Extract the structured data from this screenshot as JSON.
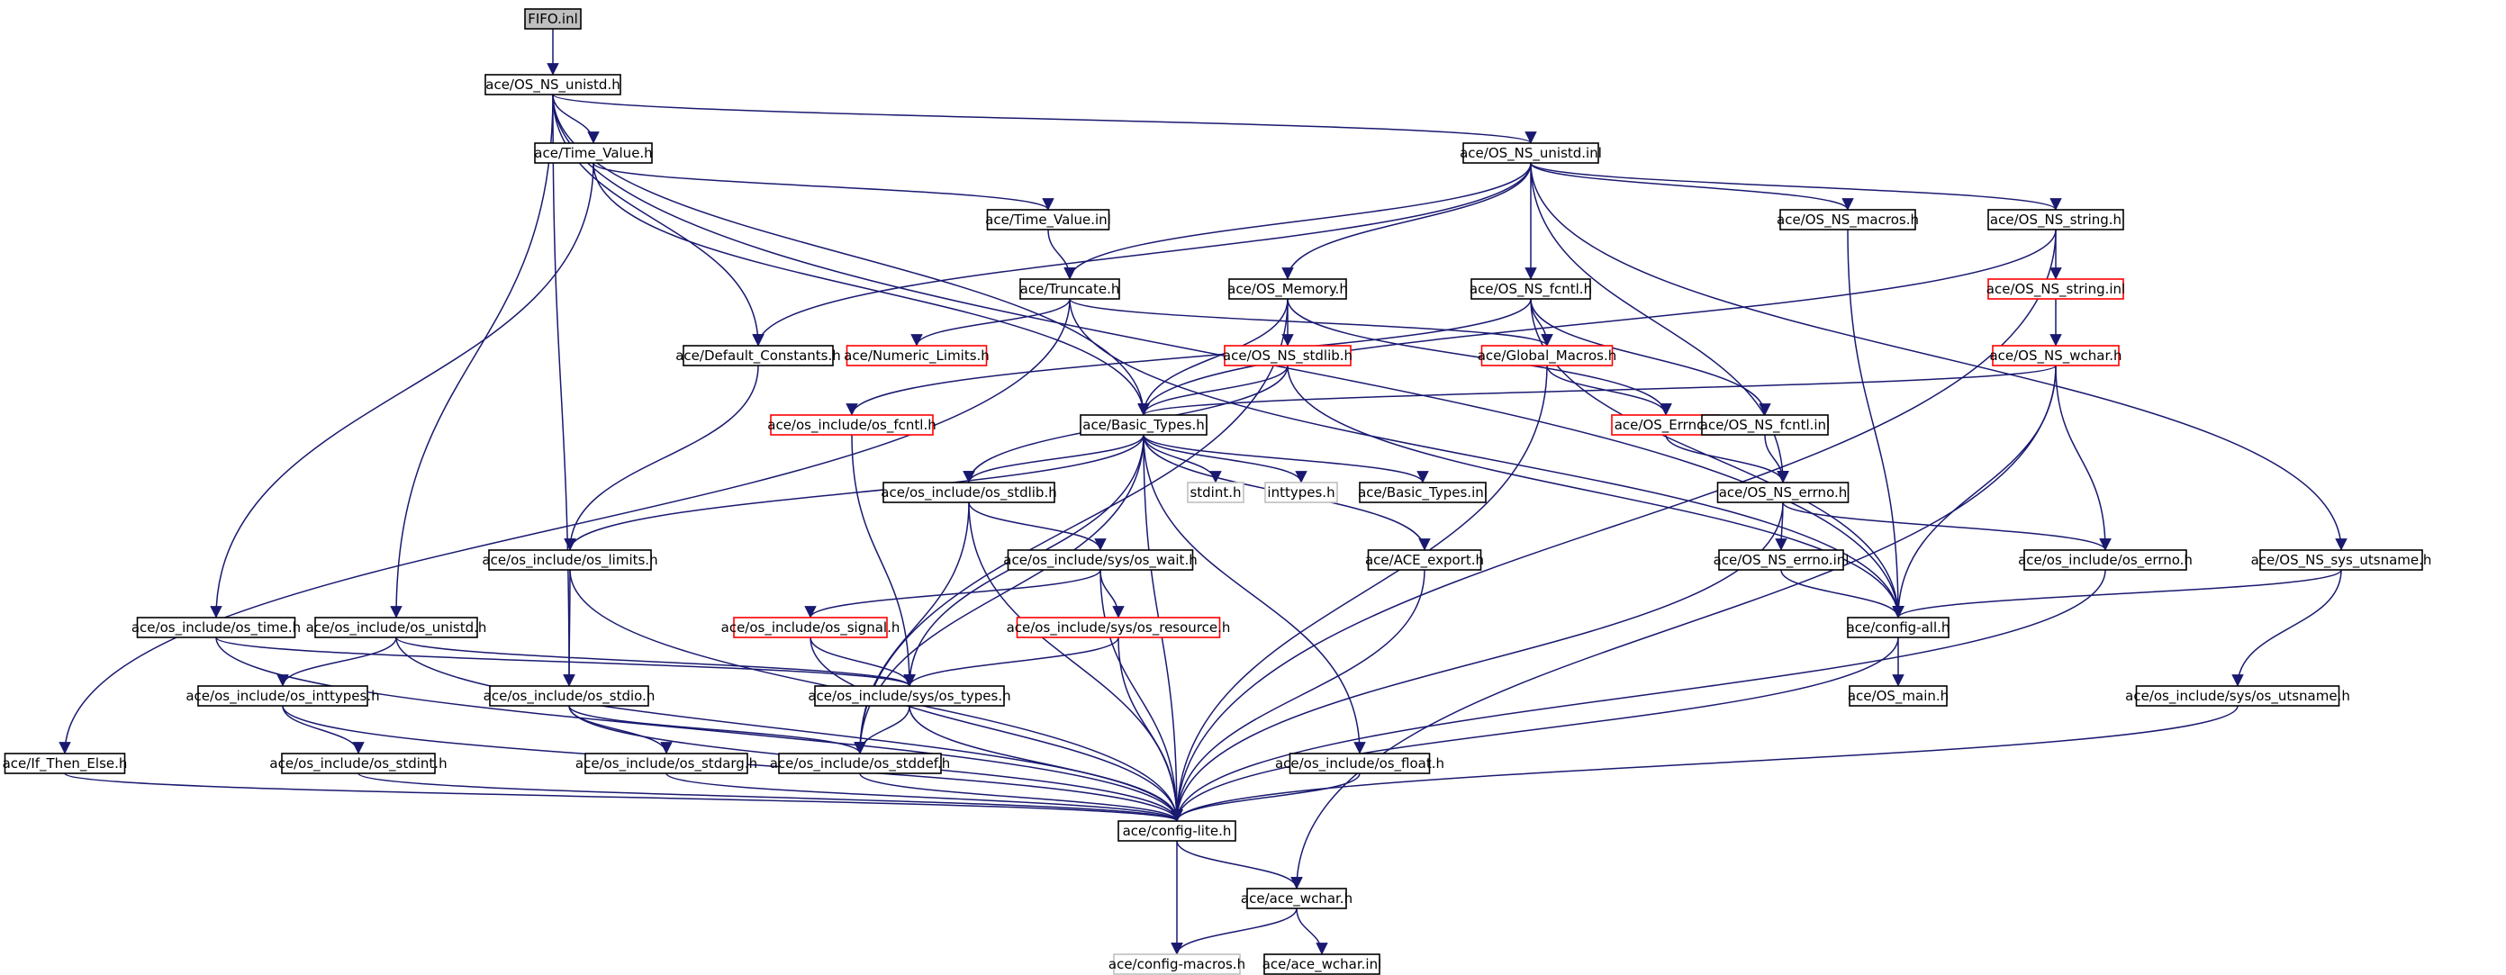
{
  "graph": {
    "colors": {
      "edge": "#191970",
      "node_border": "#000000",
      "node_border_incomplete": "#ff0000",
      "node_border_system": "#bfbfbf",
      "node_fill": "#ffffff",
      "root_fill": "#bfbfbf"
    },
    "nodes": [
      {
        "id": "fifo",
        "label": "FIFO.inl",
        "kind": "root"
      },
      {
        "id": "os_ns_unistd_h",
        "label": "ace/OS_NS_unistd.h",
        "kind": "normal"
      },
      {
        "id": "time_value_h",
        "label": "ace/Time_Value.h",
        "kind": "normal"
      },
      {
        "id": "os_ns_unistd_inl",
        "label": "ace/OS_NS_unistd.inl",
        "kind": "normal"
      },
      {
        "id": "time_value_inl",
        "label": "ace/Time_Value.inl",
        "kind": "normal"
      },
      {
        "id": "os_ns_macros",
        "label": "ace/OS_NS_macros.h",
        "kind": "normal"
      },
      {
        "id": "os_ns_string_h",
        "label": "ace/OS_NS_string.h",
        "kind": "normal"
      },
      {
        "id": "truncate",
        "label": "ace/Truncate.h",
        "kind": "normal"
      },
      {
        "id": "os_memory",
        "label": "ace/OS_Memory.h",
        "kind": "normal"
      },
      {
        "id": "os_ns_fcntl_h",
        "label": "ace/OS_NS_fcntl.h",
        "kind": "normal"
      },
      {
        "id": "os_ns_string_inl",
        "label": "ace/OS_NS_string.inl",
        "kind": "incomplete"
      },
      {
        "id": "default_constants",
        "label": "ace/Default_Constants.h",
        "kind": "normal"
      },
      {
        "id": "numeric_limits",
        "label": "ace/Numeric_Limits.h",
        "kind": "incomplete"
      },
      {
        "id": "os_ns_stdlib",
        "label": "ace/OS_NS_stdlib.h",
        "kind": "incomplete"
      },
      {
        "id": "global_macros",
        "label": "ace/Global_Macros.h",
        "kind": "incomplete"
      },
      {
        "id": "os_ns_wchar",
        "label": "ace/OS_NS_wchar.h",
        "kind": "incomplete"
      },
      {
        "id": "os_include_fcntl",
        "label": "ace/os_include/os_fcntl.h",
        "kind": "incomplete"
      },
      {
        "id": "basic_types",
        "label": "ace/Basic_Types.h",
        "kind": "normal"
      },
      {
        "id": "os_errno_h",
        "label": "ace/OS_Errno.h",
        "kind": "incomplete"
      },
      {
        "id": "os_ns_fcntl_inl",
        "label": "ace/OS_NS_fcntl.inl",
        "kind": "normal"
      },
      {
        "id": "os_include_stdlib",
        "label": "ace/os_include/os_stdlib.h",
        "kind": "normal"
      },
      {
        "id": "stdint",
        "label": "stdint.h",
        "kind": "system"
      },
      {
        "id": "inttypes",
        "label": "inttypes.h",
        "kind": "system"
      },
      {
        "id": "basic_types_inl",
        "label": "ace/Basic_Types.inl",
        "kind": "normal"
      },
      {
        "id": "os_ns_errno_h",
        "label": "ace/OS_NS_errno.h",
        "kind": "normal"
      },
      {
        "id": "os_include_limits",
        "label": "ace/os_include/os_limits.h",
        "kind": "normal"
      },
      {
        "id": "sys_os_wait",
        "label": "ace/os_include/sys/os_wait.h",
        "kind": "normal"
      },
      {
        "id": "ace_export",
        "label": "ace/ACE_export.h",
        "kind": "normal"
      },
      {
        "id": "os_ns_errno_inl",
        "label": "ace/OS_NS_errno.inl",
        "kind": "normal"
      },
      {
        "id": "os_include_errno",
        "label": "ace/os_include/os_errno.h",
        "kind": "normal"
      },
      {
        "id": "os_ns_sys_utsname",
        "label": "ace/OS_NS_sys_utsname.h",
        "kind": "normal"
      },
      {
        "id": "os_include_time",
        "label": "ace/os_include/os_time.h",
        "kind": "normal"
      },
      {
        "id": "os_include_unistd",
        "label": "ace/os_include/os_unistd.h",
        "kind": "normal"
      },
      {
        "id": "os_include_signal",
        "label": "ace/os_include/os_signal.h",
        "kind": "incomplete"
      },
      {
        "id": "sys_os_resource",
        "label": "ace/os_include/sys/os_resource.h",
        "kind": "incomplete"
      },
      {
        "id": "config_all",
        "label": "ace/config-all.h",
        "kind": "normal"
      },
      {
        "id": "os_include_inttypes",
        "label": "ace/os_include/os_inttypes.h",
        "kind": "normal"
      },
      {
        "id": "os_include_stdio",
        "label": "ace/os_include/os_stdio.h",
        "kind": "normal"
      },
      {
        "id": "sys_os_types",
        "label": "ace/os_include/sys/os_types.h",
        "kind": "normal"
      },
      {
        "id": "os_main",
        "label": "ace/OS_main.h",
        "kind": "normal"
      },
      {
        "id": "sys_os_utsname",
        "label": "ace/os_include/sys/os_utsname.h",
        "kind": "normal"
      },
      {
        "id": "if_then_else",
        "label": "ace/If_Then_Else.h",
        "kind": "normal"
      },
      {
        "id": "os_include_stdint",
        "label": "ace/os_include/os_stdint.h",
        "kind": "normal"
      },
      {
        "id": "os_include_stdarg",
        "label": "ace/os_include/os_stdarg.h",
        "kind": "normal"
      },
      {
        "id": "os_include_stddef",
        "label": "ace/os_include/os_stddef.h",
        "kind": "normal"
      },
      {
        "id": "os_include_float",
        "label": "ace/os_include/os_float.h",
        "kind": "normal"
      },
      {
        "id": "config_lite",
        "label": "ace/config-lite.h",
        "kind": "normal"
      },
      {
        "id": "ace_wchar_h",
        "label": "ace/ace_wchar.h",
        "kind": "normal"
      },
      {
        "id": "config_macros",
        "label": "ace/config-macros.h",
        "kind": "system"
      },
      {
        "id": "ace_wchar_inl",
        "label": "ace/ace_wchar.inl",
        "kind": "normal"
      }
    ],
    "edges": [
      [
        "fifo",
        "os_ns_unistd_h"
      ],
      [
        "os_ns_unistd_h",
        "time_value_h"
      ],
      [
        "os_ns_unistd_h",
        "os_ns_unistd_inl"
      ],
      [
        "os_ns_unistd_h",
        "config_all"
      ],
      [
        "os_ns_unistd_h",
        "basic_types"
      ],
      [
        "os_ns_unistd_h",
        "os_include_unistd"
      ],
      [
        "os_ns_unistd_h",
        "os_include_stdio"
      ],
      [
        "os_ns_unistd_h",
        "default_constants"
      ],
      [
        "time_value_h",
        "time_value_inl"
      ],
      [
        "time_value_h",
        "basic_types"
      ],
      [
        "time_value_h",
        "os_include_time"
      ],
      [
        "time_value_inl",
        "truncate"
      ],
      [
        "os_ns_unistd_inl",
        "truncate"
      ],
      [
        "os_ns_unistd_inl",
        "default_constants"
      ],
      [
        "os_ns_unistd_inl",
        "os_memory"
      ],
      [
        "os_ns_unistd_inl",
        "os_ns_fcntl_h"
      ],
      [
        "os_ns_unistd_inl",
        "os_ns_macros"
      ],
      [
        "os_ns_unistd_inl",
        "os_ns_string_h"
      ],
      [
        "os_ns_unistd_inl",
        "os_ns_errno_h"
      ],
      [
        "os_ns_unistd_inl",
        "os_ns_sys_utsname"
      ],
      [
        "os_ns_macros",
        "config_all"
      ],
      [
        "os_ns_string_h",
        "os_ns_string_inl"
      ],
      [
        "os_ns_string_h",
        "basic_types"
      ],
      [
        "os_ns_string_h",
        "config_lite"
      ],
      [
        "os_ns_string_inl",
        "os_ns_wchar"
      ],
      [
        "truncate",
        "numeric_limits"
      ],
      [
        "truncate",
        "global_macros"
      ],
      [
        "truncate",
        "config_all"
      ],
      [
        "truncate",
        "if_then_else"
      ],
      [
        "os_memory",
        "os_ns_stdlib"
      ],
      [
        "os_memory",
        "os_errno_h"
      ],
      [
        "os_memory",
        "basic_types"
      ],
      [
        "os_memory",
        "os_include_stddef"
      ],
      [
        "os_ns_fcntl_h",
        "global_macros"
      ],
      [
        "os_ns_fcntl_h",
        "os_ns_fcntl_inl"
      ],
      [
        "os_ns_fcntl_h",
        "os_include_fcntl"
      ],
      [
        "os_ns_fcntl_h",
        "config_all"
      ],
      [
        "os_ns_stdlib",
        "basic_types"
      ],
      [
        "os_ns_stdlib",
        "os_include_stdlib"
      ],
      [
        "os_ns_stdlib",
        "config_all"
      ],
      [
        "global_macros",
        "os_errno_h"
      ],
      [
        "global_macros",
        "config_lite"
      ],
      [
        "os_errno_h",
        "os_ns_errno_h"
      ],
      [
        "os_ns_fcntl_inl",
        "os_ns_errno_h"
      ],
      [
        "os_ns_wchar",
        "basic_types"
      ],
      [
        "os_ns_wchar",
        "os_include_errno"
      ],
      [
        "os_ns_wchar",
        "config_all"
      ],
      [
        "os_ns_wchar",
        "ace_wchar_h"
      ],
      [
        "default_constants",
        "os_include_limits"
      ],
      [
        "os_include_fcntl",
        "sys_os_types"
      ],
      [
        "basic_types",
        "stdint"
      ],
      [
        "basic_types",
        "inttypes"
      ],
      [
        "basic_types",
        "basic_types_inl"
      ],
      [
        "basic_types",
        "ace_export"
      ],
      [
        "basic_types",
        "os_include_stdlib"
      ],
      [
        "basic_types",
        "os_include_limits"
      ],
      [
        "basic_types",
        "sys_os_types"
      ],
      [
        "basic_types",
        "os_include_stddef"
      ],
      [
        "basic_types",
        "os_include_float"
      ],
      [
        "basic_types",
        "config_lite"
      ],
      [
        "os_include_stdlib",
        "sys_os_wait"
      ],
      [
        "os_include_stdlib",
        "os_include_stddef"
      ],
      [
        "os_include_stdlib",
        "config_lite"
      ],
      [
        "sys_os_wait",
        "os_include_signal"
      ],
      [
        "sys_os_wait",
        "sys_os_resource"
      ],
      [
        "sys_os_wait",
        "config_lite"
      ],
      [
        "os_include_signal",
        "sys_os_types"
      ],
      [
        "os_include_signal",
        "config_lite"
      ],
      [
        "sys_os_resource",
        "sys_os_types"
      ],
      [
        "sys_os_resource",
        "config_lite"
      ],
      [
        "os_include_limits",
        "os_include_stdio"
      ],
      [
        "os_include_limits",
        "config_lite"
      ],
      [
        "os_include_time",
        "sys_os_types"
      ],
      [
        "os_include_time",
        "config_lite"
      ],
      [
        "os_include_unistd",
        "os_include_inttypes"
      ],
      [
        "os_include_unistd",
        "sys_os_types"
      ],
      [
        "os_include_unistd",
        "config_lite"
      ],
      [
        "os_include_inttypes",
        "os_include_stdint"
      ],
      [
        "os_include_inttypes",
        "config_lite"
      ],
      [
        "os_include_stdint",
        "config_lite"
      ],
      [
        "os_include_stdio",
        "os_include_stdarg"
      ],
      [
        "os_include_stdio",
        "os_include_stddef"
      ],
      [
        "os_include_stdio",
        "config_lite"
      ],
      [
        "os_include_stdarg",
        "config_lite"
      ],
      [
        "os_include_stddef",
        "config_lite"
      ],
      [
        "sys_os_types",
        "os_include_stddef"
      ],
      [
        "sys_os_types",
        "config_lite"
      ],
      [
        "if_then_else",
        "config_lite"
      ],
      [
        "os_include_float",
        "config_lite"
      ],
      [
        "ace_export",
        "config_lite"
      ],
      [
        "os_ns_errno_h",
        "os_ns_errno_inl"
      ],
      [
        "os_ns_errno_h",
        "os_include_errno"
      ],
      [
        "os_ns_errno_h",
        "config_lite"
      ],
      [
        "os_ns_errno_inl",
        "config_all"
      ],
      [
        "os_include_errno",
        "config_lite"
      ],
      [
        "os_ns_sys_utsname",
        "config_all"
      ],
      [
        "os_ns_sys_utsname",
        "sys_os_utsname"
      ],
      [
        "sys_os_utsname",
        "config_lite"
      ],
      [
        "config_all",
        "os_main"
      ],
      [
        "config_all",
        "config_lite"
      ],
      [
        "config_lite",
        "ace_wchar_h"
      ],
      [
        "config_lite",
        "config_macros"
      ],
      [
        "ace_wchar_h",
        "config_macros"
      ],
      [
        "ace_wchar_h",
        "ace_wchar_inl"
      ]
    ]
  }
}
